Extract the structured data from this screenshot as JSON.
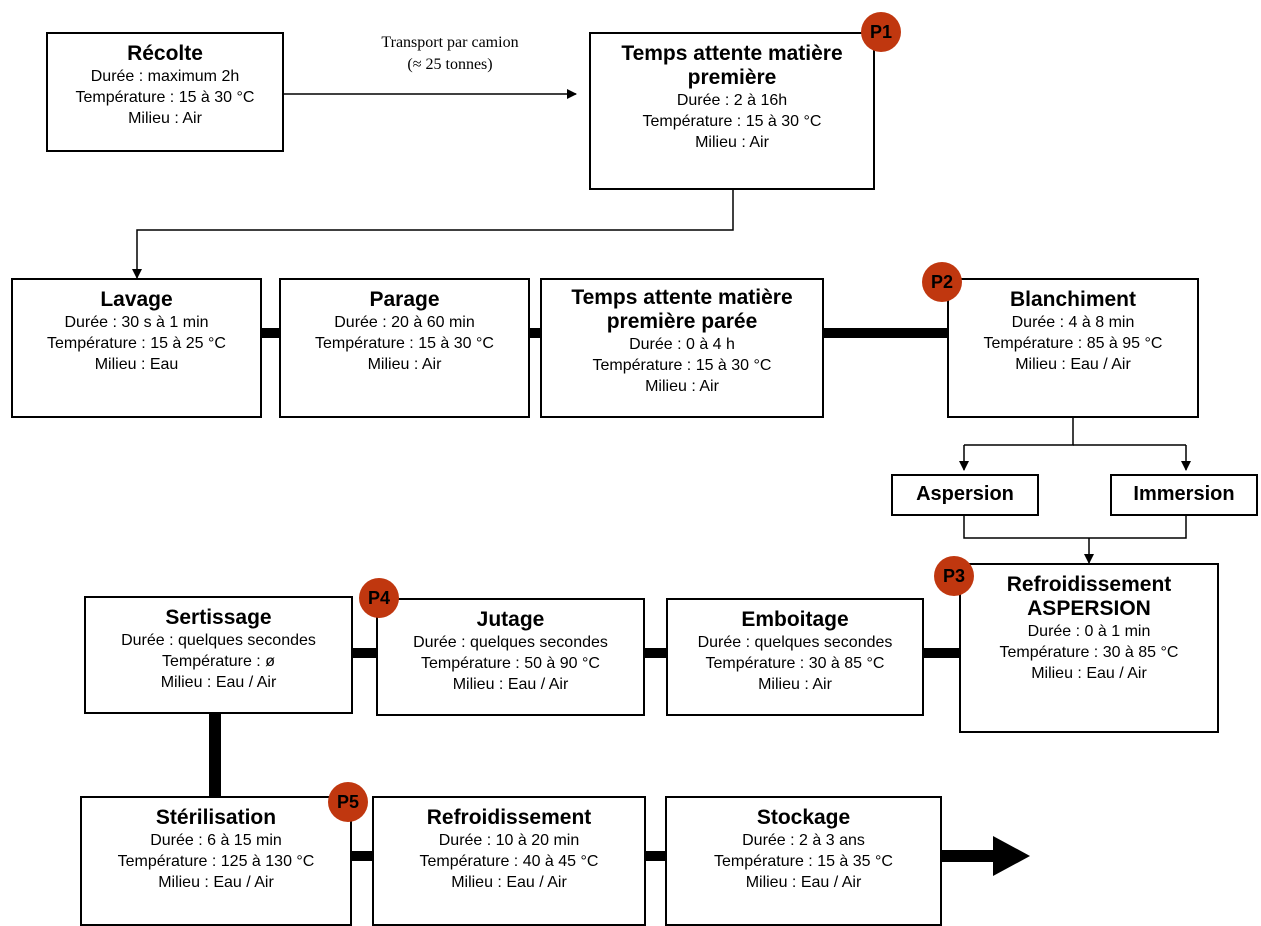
{
  "transport": {
    "line1": "Transport par camion",
    "line2": "(≈ 25 tonnes)"
  },
  "steps": {
    "recolte": {
      "title": "Récolte",
      "lines": [
        "Durée : maximum 2h",
        "Température : 15 à 30 °C",
        "Milieu : Air"
      ]
    },
    "attente": {
      "title_l1": "Temps attente matière",
      "title_l2": "première",
      "lines": [
        "Durée : 2 à 16h",
        "Température : 15 à 30 °C",
        "Milieu : Air"
      ]
    },
    "lavage": {
      "title": "Lavage",
      "lines": [
        "Durée : 30 s à 1 min",
        "Température : 15 à 25 °C",
        "Milieu : Eau"
      ]
    },
    "parage": {
      "title": "Parage",
      "lines": [
        "Durée : 20 à 60 min",
        "Température : 15 à 30 °C",
        "Milieu : Air"
      ]
    },
    "attente_paree": {
      "title_l1": "Temps attente matière",
      "title_l2": "première parée",
      "lines": [
        "Durée : 0 à 4 h",
        "Température : 15 à 30 °C",
        "Milieu : Air"
      ]
    },
    "blanchiment": {
      "title": "Blanchiment",
      "lines": [
        "Durée : 4 à 8 min",
        "Température : 85 à 95 °C",
        "Milieu : Eau / Air"
      ]
    },
    "aspersion": {
      "title": "Aspersion"
    },
    "immersion": {
      "title": "Immersion"
    },
    "refroid_asp": {
      "title_l1": "Refroidissement",
      "title_l2": "ASPERSION",
      "lines": [
        "Durée : 0 à 1 min",
        "Température : 30 à 85 °C",
        "Milieu : Eau / Air"
      ]
    },
    "emboitage": {
      "title": "Emboitage",
      "lines": [
        "Durée : quelques secondes",
        "Température : 30 à 85 °C",
        "Milieu : Air"
      ]
    },
    "jutage": {
      "title": "Jutage",
      "lines": [
        "Durée : quelques secondes",
        "Température : 50 à 90 °C",
        "Milieu : Eau / Air"
      ]
    },
    "sertissage": {
      "title": "Sertissage",
      "lines": [
        "Durée : quelques secondes",
        "Température : ø",
        "Milieu : Eau / Air"
      ]
    },
    "sterilisation": {
      "title": "Stérilisation",
      "lines": [
        "Durée : 6 à 15 min",
        "Température : 125 à 130 °C",
        "Milieu : Eau / Air"
      ]
    },
    "refroidissement": {
      "title": "Refroidissement",
      "lines": [
        "Durée : 10 à 20 min",
        "Température : 40 à 45 °C",
        "Milieu : Eau / Air"
      ]
    },
    "stockage": {
      "title": "Stockage",
      "lines": [
        "Durée : 2 à 3 ans",
        "Température : 15 à 35 °C",
        "Milieu : Eau / Air"
      ]
    }
  },
  "badges": {
    "p1": "P1",
    "p2": "P2",
    "p3": "P3",
    "p4": "P4",
    "p5": "P5"
  },
  "colors": {
    "badge": "#c0370f",
    "line": "#000000"
  }
}
